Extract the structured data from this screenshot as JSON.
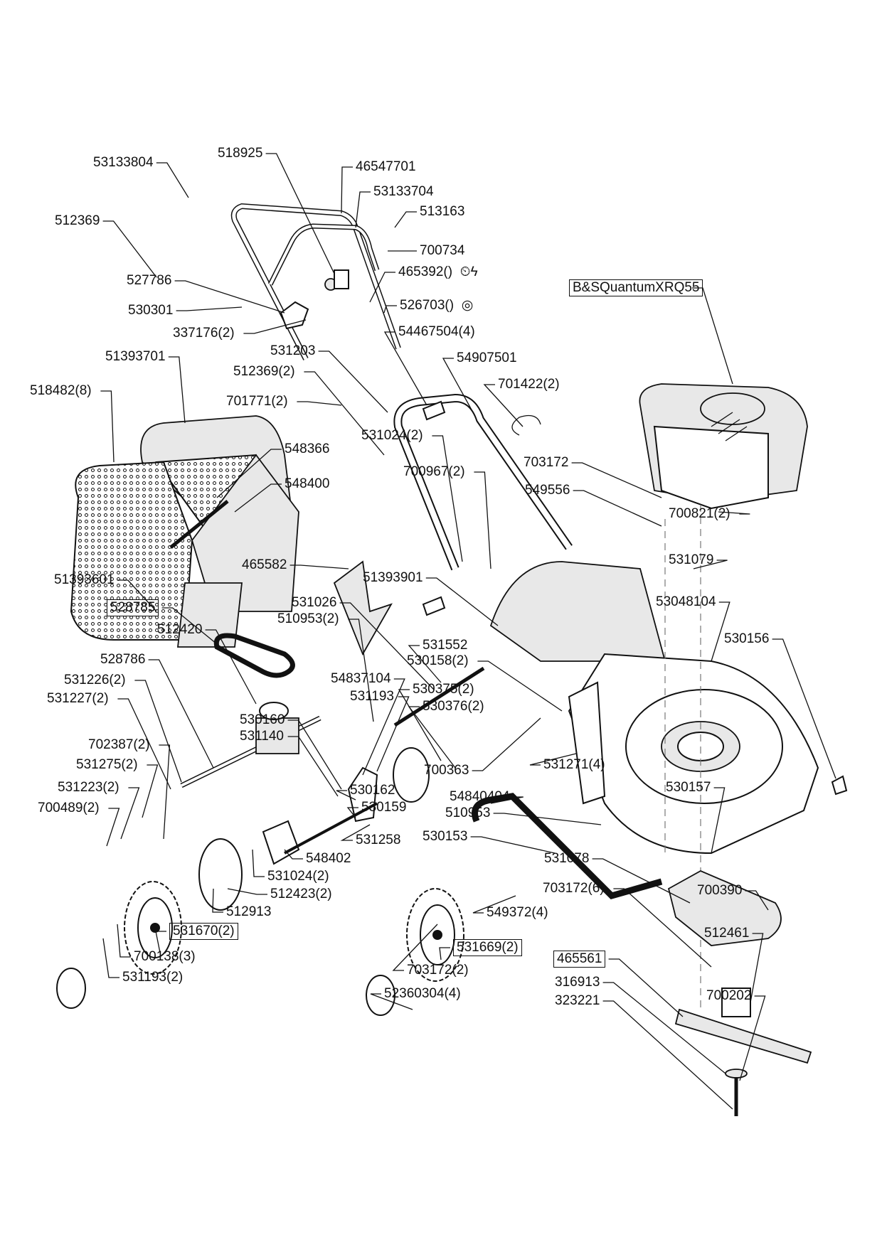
{
  "labels": [
    "53133804",
    "518925",
    "46547701",
    "53133704",
    "512369",
    "513163",
    "700734",
    "465392()",
    "527786",
    "530301",
    "526703()",
    "337176(2)",
    "531203",
    "54467504(4)",
    "B&SQuantumXRQ55",
    "51393701",
    "54907501",
    "518482(8)",
    "512369(2)",
    "701422(2)",
    "701771(2)",
    "548366",
    "531024(2)",
    "703172",
    "549556",
    "700967(2)",
    "548400",
    "700821(2)",
    "465582",
    "51393901",
    "531079",
    "51393601",
    "53048104",
    "528785",
    "531026",
    "510953(2)",
    "512420",
    "531552",
    "530156",
    "528786",
    "530158(2)",
    "531226(2)",
    "54837104",
    "531227(2)",
    "531193",
    "530375(2)",
    "530376(2)",
    "530160",
    "531140",
    "702387(2)",
    "531275(2)",
    "531271(4)",
    "700363",
    "530162",
    "531223(2)",
    "530157",
    "54840404",
    "530159",
    "700489(2)",
    "510953",
    "531258",
    "530153",
    "548402",
    "531078",
    "531024(2)",
    "703172(6)",
    "700390",
    "512423(2)",
    "512913",
    "549372(4)",
    "512461",
    "531670(2)",
    "531669(2)",
    "465561",
    "700138(3)",
    "316913",
    "703172(2)",
    "700202",
    "531193(2)",
    "52360304(4)",
    "323221"
  ],
  "boxed_labels": [
    "B&SQuantumXRQ55",
    "528785",
    "531670(2)",
    "531669(2)",
    "465561"
  ],
  "icons": [
    "clock-icon",
    "lightning-icon",
    "spiral-icon"
  ]
}
